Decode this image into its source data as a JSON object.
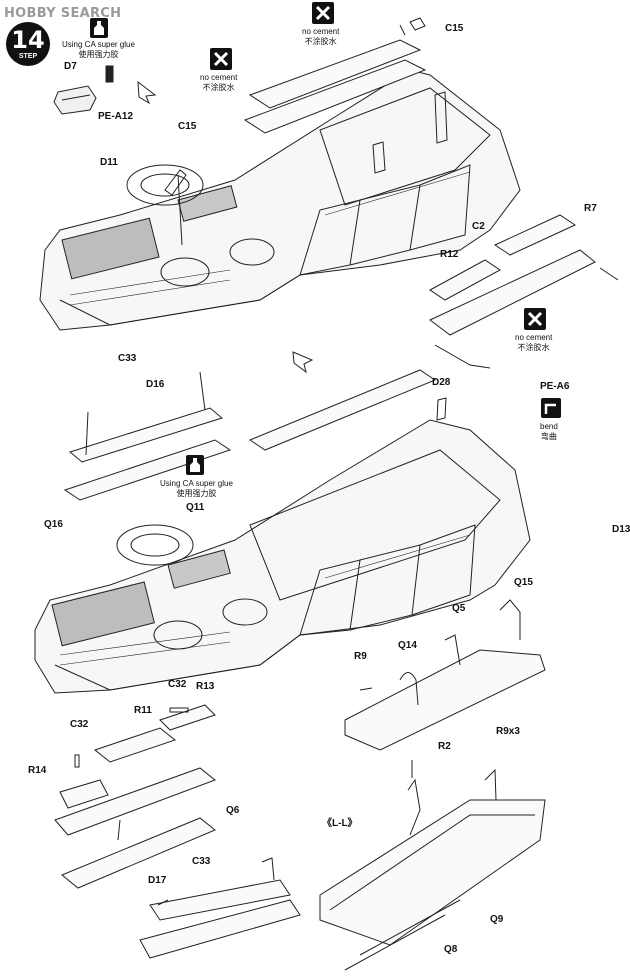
{
  "watermark": "HOBBY SEARCH",
  "step": {
    "number": "14",
    "word": "STEP"
  },
  "notes": {
    "glue_top": [
      "Using CA super glue",
      "使用强力胶"
    ],
    "no_cement_top": [
      "no cement",
      "不涂胶水"
    ],
    "no_cement_left": [
      "no cement",
      "不涂胶水"
    ],
    "no_cement_right": [
      "no cement",
      "不涂胶水"
    ],
    "glue_mid": [
      "Using CA super glue",
      "使用强力胶"
    ],
    "bend": [
      "bend",
      "弯曲"
    ]
  },
  "parts": {
    "c15_top": "C15",
    "c15_left": "C15",
    "d7": "D7",
    "pe_a12": "PE-A12",
    "d11": "D11",
    "c2": "C2",
    "r7": "R7",
    "r12": "R12",
    "pe_a6": "PE-A6",
    "c33_top": "C33",
    "d16": "D16",
    "d28": "D28",
    "q16": "Q16",
    "q11": "Q11",
    "d13": "D13",
    "q15": "Q15",
    "q5": "Q5",
    "q14": "Q14",
    "r9": "R9",
    "r2": "R2",
    "c32_a": "C32",
    "r13": "R13",
    "r11": "R11",
    "c32_b": "C32",
    "r14": "R14",
    "q6": "Q6",
    "d17": "D17",
    "r9x3": "R9x3",
    "ll": "《L-L》",
    "c33_bottom": "C33",
    "q9": "Q9",
    "q8": "Q8"
  }
}
